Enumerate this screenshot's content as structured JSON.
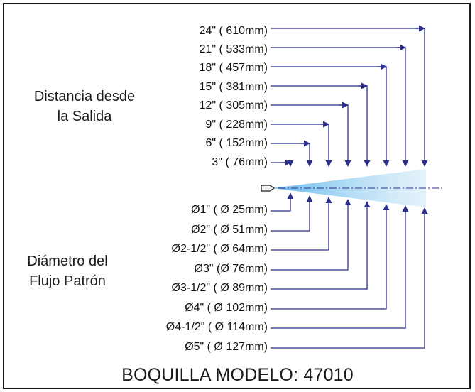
{
  "title": "BOQUILLA MODELO: 47010",
  "distance_heading": [
    "Distancia desde",
    "la Salida"
  ],
  "diameter_heading": [
    "Diámetro del",
    "Flujo Patrón"
  ],
  "distances": [
    "24\" ( 610mm)",
    "21\" ( 533mm)",
    "18\" ( 457mm)",
    "15\" ( 381mm)",
    "12\" ( 305mm)",
    "9\" ( 228mm)",
    "6\" ( 152mm)",
    "3\" ( 76mm)"
  ],
  "diameters": [
    "Ø1\" ( Ø 25mm)",
    "Ø2\" ( Ø 51mm)",
    "Ø2-1/2\" ( Ø 64mm)",
    "Ø3\" (Ø 76mm)",
    "Ø3-1/2\" ( Ø 89mm)",
    "Ø4\" ( Ø 102mm)",
    "Ø4-1/2\" ( Ø 114mm)",
    "Ø5\" ( Ø 127mm)"
  ],
  "colors": {
    "line": "#2b2f8a",
    "spray": "#7ec8ee",
    "frame": "#1a1a1a"
  }
}
